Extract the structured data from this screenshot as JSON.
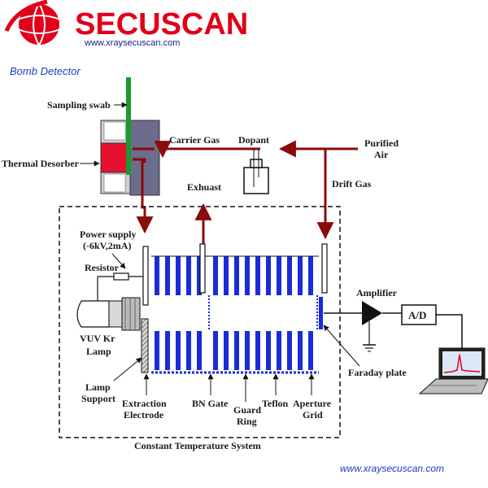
{
  "brand": {
    "name": "SECUSCAN",
    "url": "www.xraysecuscan.com",
    "subtitle": "Bomb Detector",
    "footer_url": "www.xraysecuscan.com"
  },
  "labels": {
    "sampling_swab": "Sampling swab",
    "thermal_desorber": "Thermal Desorber",
    "carrier_gas": "Carrier Gas",
    "dopant": "Dopant",
    "purified_air_1": "Purified",
    "purified_air_2": "Air",
    "exhaust": "Exhuast",
    "drift_gas": "Drift Gas",
    "power_supply_1": "Power supply",
    "power_supply_2": "(-6kV,2mA)",
    "resistor": "Resistor",
    "vuv_1": "VUV Kr",
    "vuv_2": "Lamp",
    "lamp_support_1": "Lamp",
    "lamp_support_2": "Support",
    "extraction_1": "Extraction",
    "extraction_2": "Electrode",
    "bn_gate": "BN Gate",
    "guard_ring_1": "Guard",
    "guard_ring_2": "Ring",
    "teflon": "Teflon",
    "aperture_1": "Aperture",
    "aperture_2": "Grid",
    "amplifier": "Amplifier",
    "ad": "A/D",
    "faraday": "Faraday plate",
    "constant_temp": "Constant Temperature System"
  },
  "colors": {
    "brand_red": "#e1001a",
    "gas_line": "#8b0a0a",
    "drift_ring": "#1a2bd8",
    "swab": "#1a9a2a",
    "desorber_heater": "#e8112d",
    "desorber_body": "#6c6c8c"
  },
  "icons": [
    "globe-logo-icon",
    "laptop-icon",
    "amplifier-icon",
    "vuv-lamp-icon",
    "dopant-bottle-icon"
  ]
}
